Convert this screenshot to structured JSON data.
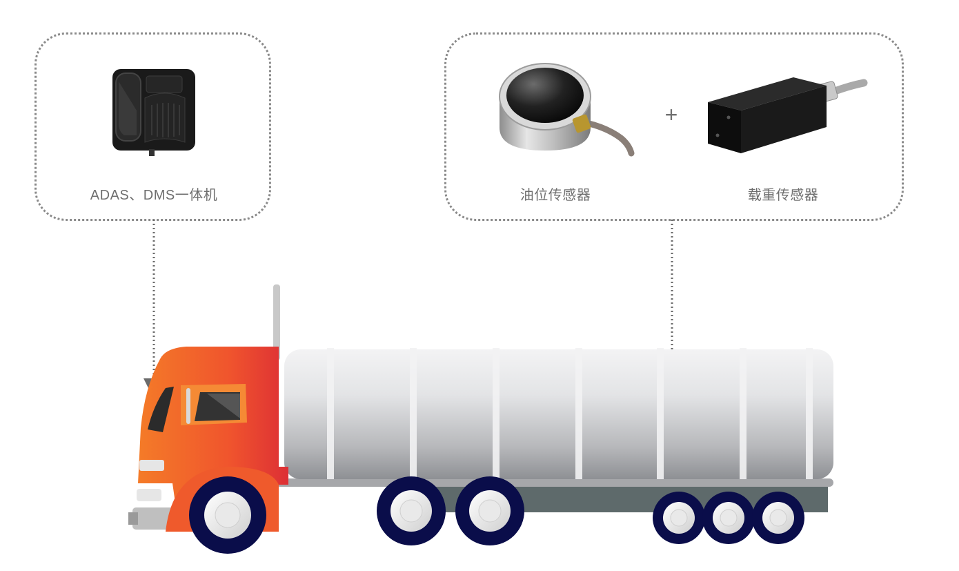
{
  "devices": {
    "adas_dms_label": "ADAS、DMS一体机",
    "plus_symbol": "+",
    "oil_sensor_label": "油位传感器",
    "load_sensor_label": "载重传感器"
  },
  "icons": [
    "adas-dms-unit-icon",
    "oil-level-sensor-icon",
    "load-weight-sensor-icon",
    "tanker-truck-icon"
  ],
  "colors": {
    "cab_orange": "#f26a2a",
    "cab_red": "#e03a30",
    "tank_silver": "#cfd0d2",
    "wheel_navy": "#0a0d4a",
    "chassis_gray": "#5e6a6b",
    "connector_gray": "#6b6b6b"
  }
}
